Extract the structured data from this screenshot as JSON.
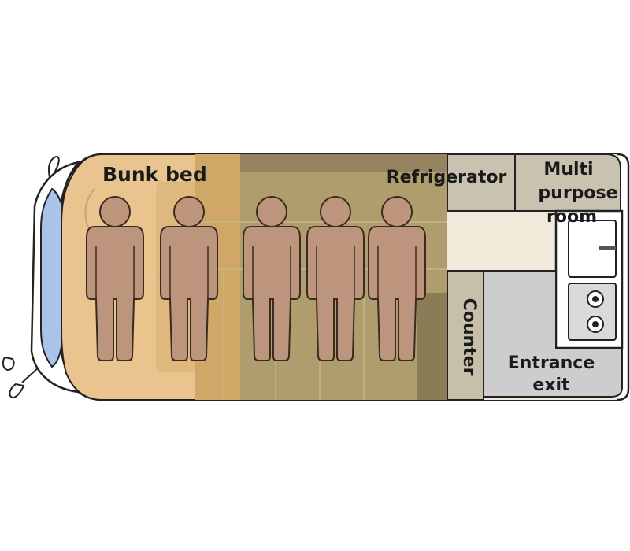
{
  "labels": {
    "bunk_bed": "Bunk bed",
    "refrigerator": "Refrigerator",
    "multi_purpose_room": [
      "Multi",
      "purpose",
      "room"
    ],
    "counter": "Counter",
    "entrance_exit": [
      "Entrance",
      "exit"
    ]
  },
  "occupants": 5,
  "colors": {
    "bed": "#e9c48e",
    "bed_mid": "#cfa766",
    "bed_dark": "#a69a6f",
    "person": "#bc957c",
    "person_stroke": "#3a2a20",
    "refrigerator": "#c9c2b1",
    "counter": "#c7bfaa",
    "floor": "#f1e9da",
    "entrance": "#cdcdcd",
    "windshield": "#a9c4e8",
    "outline": "#222222"
  }
}
